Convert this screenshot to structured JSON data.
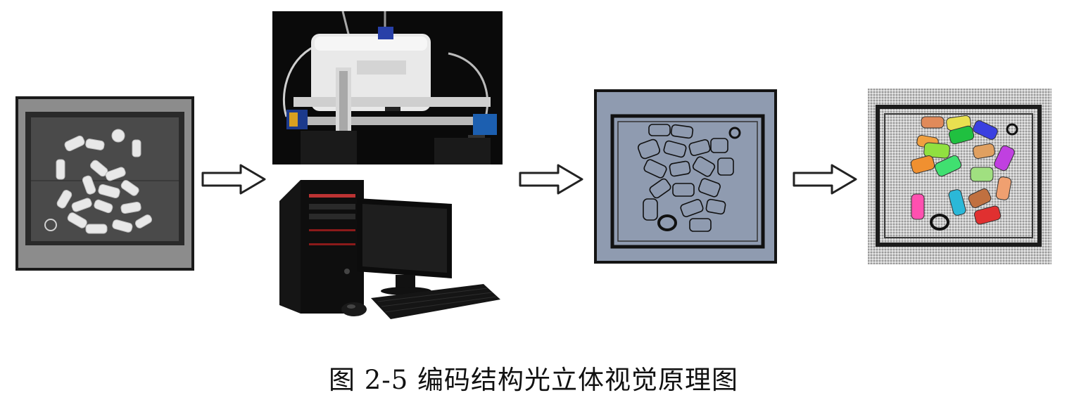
{
  "figure": {
    "caption": "图 2-5 编码结构光立体视觉原理图",
    "stages": [
      {
        "id": "input-scene",
        "depicts": "photo-grayscale-tray-with-white-bottles"
      },
      {
        "id": "hardware",
        "depicts": "projector-camera-rig-and-desktop-computer"
      },
      {
        "id": "decoded-point-cloud",
        "depicts": "edge-map-on-blue-gray-background"
      },
      {
        "id": "segmentation",
        "depicts": "color-segmented-objects-in-tray"
      }
    ],
    "colors": {
      "arrow_stroke": "#222222",
      "panel3_bg": "#8f9bb0",
      "segment_colors": [
        "#e07a3a",
        "#20c040",
        "#3a40e0",
        "#ff50b0",
        "#2bb8d8",
        "#e03030",
        "#c040e0",
        "#f0a040",
        "#90d040",
        "#e8e050"
      ]
    }
  }
}
